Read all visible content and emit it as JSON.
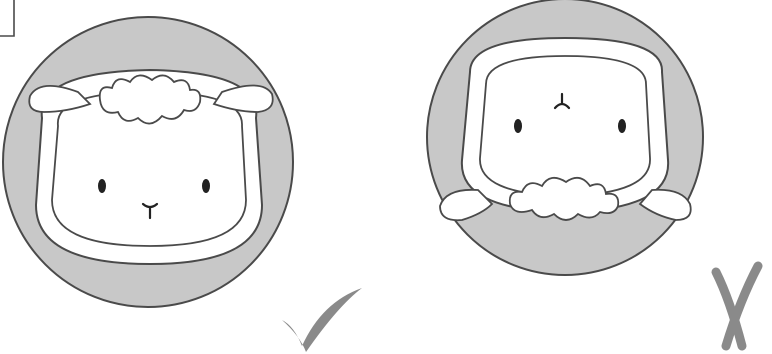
{
  "colors": {
    "circle_fill": "#c8c8c8",
    "outline": "#4a4a4a",
    "face_fill": "#ffffff",
    "mark": "#8a8a8a"
  },
  "panels": [
    {
      "id": "correct",
      "orientation": "upright",
      "mark_icon": "checkmark-icon"
    },
    {
      "id": "incorrect",
      "orientation": "upside-down",
      "mark_icon": "x-mark-icon"
    }
  ]
}
